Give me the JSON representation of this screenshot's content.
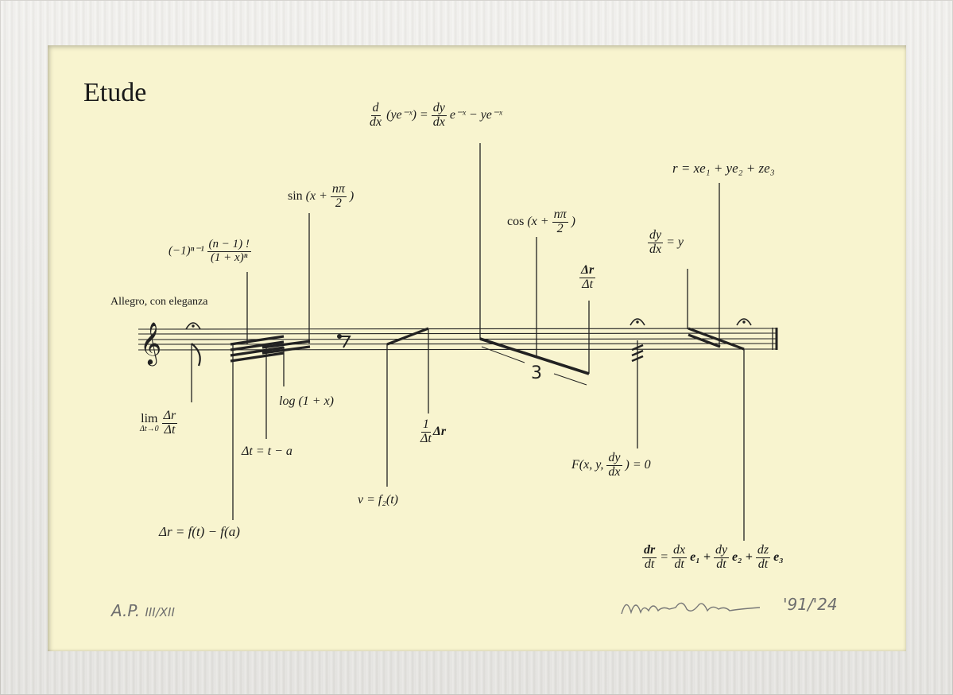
{
  "title": "Etude",
  "tempo": "Allegro, con eleganza",
  "edition": "A.P.",
  "edition_number": "III/XII",
  "signature": "Mieko Shiomi",
  "dates": "'91/'24",
  "formulas": {
    "derivative_product": {
      "lhs_frac_num": "d",
      "lhs_frac_den": "dx",
      "lhs_rest": "(ye⁻ˣ) = ",
      "rhs_frac_num": "dy",
      "rhs_frac_den": "dx",
      "rhs_rest": "e⁻ˣ − ye⁻ˣ"
    },
    "sin_shift": {
      "pre": "sin",
      "open": "(x +",
      "frac_num": "nπ",
      "frac_den": "2",
      "close": ")"
    },
    "cos_shift": {
      "pre": "cos",
      "open": "(x +",
      "frac_num": "nπ",
      "frac_den": "2",
      "close": ")"
    },
    "taylor_term": {
      "pre": "(−1)ⁿ⁻¹",
      "frac_num": "(n − 1) !",
      "frac_den": "(1 + x)ⁿ"
    },
    "delta_r_over_delta_t": {
      "num": "Δr",
      "den": "Δt"
    },
    "position_vector": "r = xe₁ + ye₂ + ze₃",
    "dy_dx_eq_y": {
      "num": "dy",
      "den": "dx",
      "rest": "= y"
    },
    "limit": {
      "lim": "lim",
      "sub": "Δt→0",
      "num": "Δr",
      "den": "Δt"
    },
    "log": "log (1 + x)",
    "delta_t": "Δt = t − a",
    "one_over_delta_t": {
      "num": "1",
      "den": "Δt",
      "rest": "Δr"
    },
    "velocity": "v = f₂(t)",
    "delta_r": "Δr = f(t) − f(a)",
    "implicit": {
      "pre": "F(x, y,",
      "num": "dy",
      "den": "dx",
      "rest": ") = 0"
    },
    "dr_dt": {
      "n1": "dr",
      "d1": "dt",
      "n2": "dx",
      "d2": "dt",
      "t2": "e₁ +",
      "n3": "dy",
      "d3": "dt",
      "t3": "e₂ +",
      "n4": "dz",
      "d4": "dt",
      "t4": "e₃"
    }
  },
  "triplet": "3",
  "clef_icon": "treble-clef-icon",
  "fermata_icon": "fermata-icon",
  "rest_icon": "eighth-rest-icon"
}
